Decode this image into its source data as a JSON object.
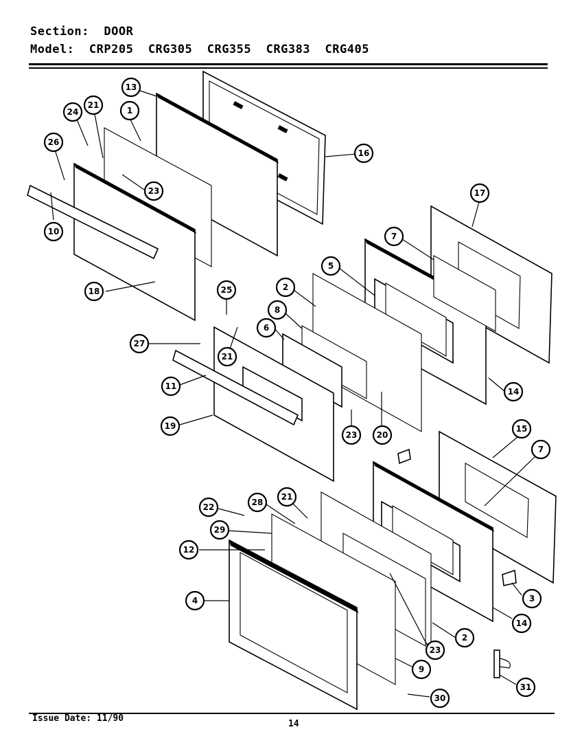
{
  "header": {
    "section_label": "Section:",
    "section_value": "DOOR",
    "model_label": "Model:",
    "models": [
      "CRP205",
      "CRG305",
      "CRG355",
      "CRG383",
      "CRG405"
    ]
  },
  "callouts": [
    "13",
    "21",
    "1",
    "24",
    "26",
    "10",
    "23",
    "16",
    "17",
    "7",
    "5",
    "2",
    "8",
    "6",
    "25",
    "27",
    "21",
    "11",
    "19",
    "23",
    "20",
    "14",
    "18",
    "15",
    "7",
    "22",
    "28",
    "21",
    "29",
    "12",
    "4",
    "3",
    "14",
    "2",
    "23",
    "9",
    "31",
    "30"
  ],
  "footer": {
    "issue_date": "Issue Date: 11/90",
    "page_number": "14"
  }
}
